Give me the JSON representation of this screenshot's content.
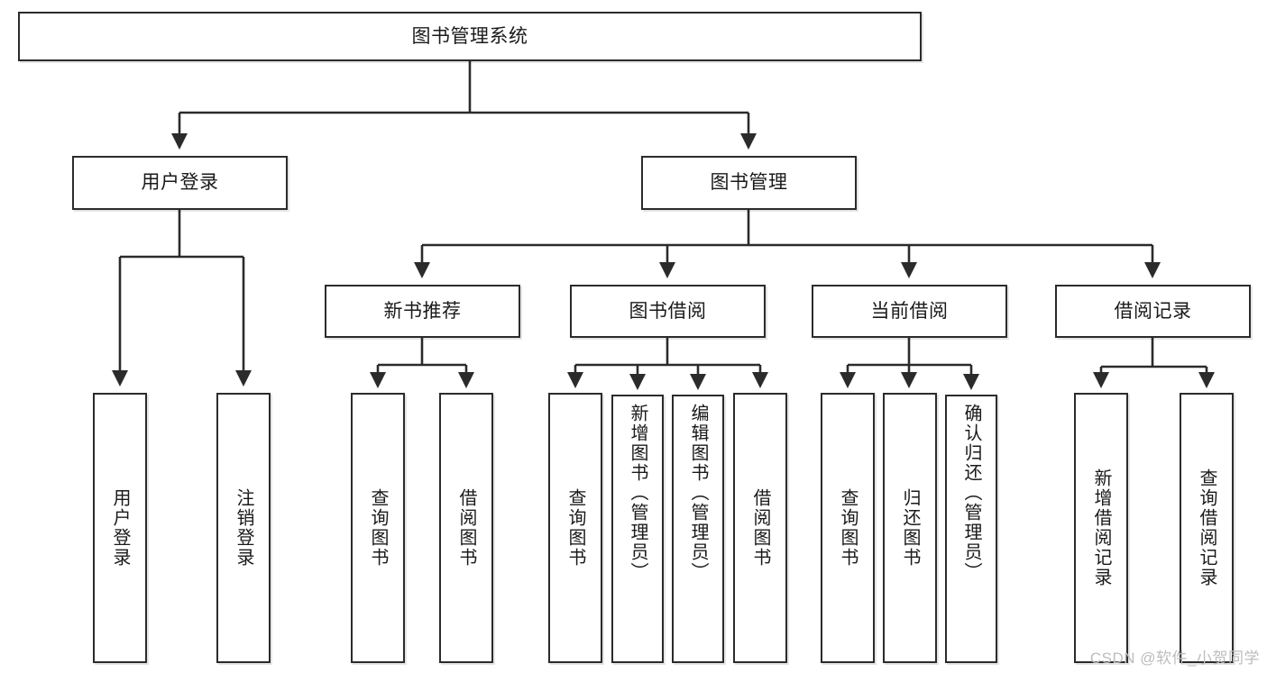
{
  "diagram": {
    "type": "tree-hierarchy-chart",
    "title_text": "图书管理系统",
    "root": {
      "id": "root",
      "label": "图书管理系统"
    },
    "level2": [
      {
        "id": "user-login",
        "label": "用户登录"
      },
      {
        "id": "book-manage",
        "label": "图书管理"
      }
    ],
    "level3": [
      {
        "id": "new-book-rec",
        "label": "新书推荐"
      },
      {
        "id": "book-borrow",
        "label": "图书借阅"
      },
      {
        "id": "current-borrow",
        "label": "当前借阅"
      },
      {
        "id": "borrow-record",
        "label": "借阅记录"
      }
    ],
    "leaves": {
      "user_login": [
        {
          "id": "leaf-user-login",
          "label": "用户登录"
        },
        {
          "id": "leaf-logout",
          "label": "注销登录"
        }
      ],
      "new_book_rec": [
        {
          "id": "leaf-query-book-1",
          "label": "查询图书"
        },
        {
          "id": "leaf-borrow-book-1",
          "label": "借阅图书"
        }
      ],
      "book_borrow": [
        {
          "id": "leaf-query-book-2",
          "label": "查询图书"
        },
        {
          "id": "leaf-add-book",
          "label": "新增图书（管理员）"
        },
        {
          "id": "leaf-edit-book",
          "label": "编辑图书（管理员）"
        },
        {
          "id": "leaf-borrow-book-2",
          "label": "借阅图书"
        }
      ],
      "current_borrow": [
        {
          "id": "leaf-query-book-3",
          "label": "查询图书"
        },
        {
          "id": "leaf-return-book",
          "label": "归还图书"
        },
        {
          "id": "leaf-confirm-return",
          "label": "确认归还（管理员）"
        }
      ],
      "borrow_record": [
        {
          "id": "leaf-add-record",
          "label": "新增借阅记录"
        },
        {
          "id": "leaf-query-record",
          "label": "查询借阅记录"
        }
      ]
    }
  },
  "watermark": {
    "text": "CSDN @软件_小贺同学"
  },
  "colors": {
    "stroke": "#2b2b2b",
    "box_fill": "#ffffff",
    "text": "#1a1a1a",
    "watermark": "#bdbdbd",
    "page_background": "#ffffff"
  }
}
